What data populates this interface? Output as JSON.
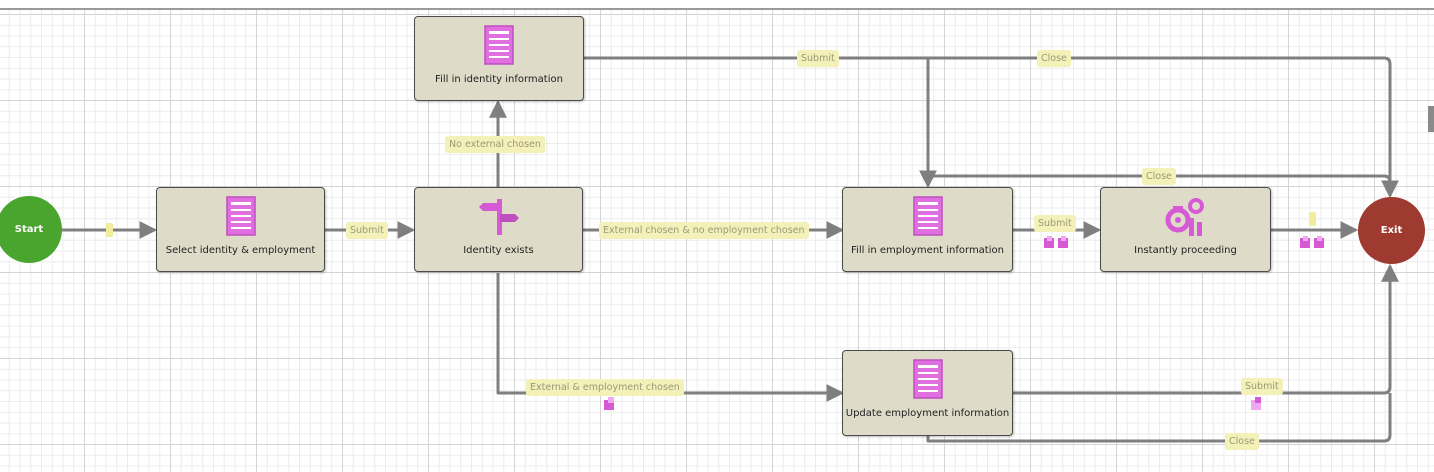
{
  "workflow": {
    "start_label": "Start",
    "exit_label": "Exit",
    "nodes": {
      "fill_identity": "Fill in identity information",
      "select_identity": "Select identity & employment",
      "identity_exists": "Identity exists",
      "fill_employment": "Fill in employment information",
      "instantly_proceeding": "Instantly proceeding",
      "update_employment": "Update employment information"
    },
    "edges": {
      "submit_select": "Submit",
      "no_external": "No external chosen",
      "external_no_employment": "External chosen & no employment chosen",
      "external_and_employment": "External & employment chosen",
      "submit_top": "Submit",
      "close_top": "Close",
      "close_mid": "Close",
      "submit_fill_employment": "Submit",
      "submit_update": "Submit",
      "close_bottom": "Close"
    },
    "icons": {
      "form": "form-icon",
      "decision": "signpost-icon",
      "automatic": "gears-icon",
      "condition": "condition-icon"
    },
    "colors": {
      "start": "#4aa52e",
      "exit": "#9e3a30",
      "node_fill": "#dedbc9",
      "label_fill": "#f3f0b8",
      "icon": "#d65ad6",
      "wire": "#7f7f7f"
    }
  }
}
